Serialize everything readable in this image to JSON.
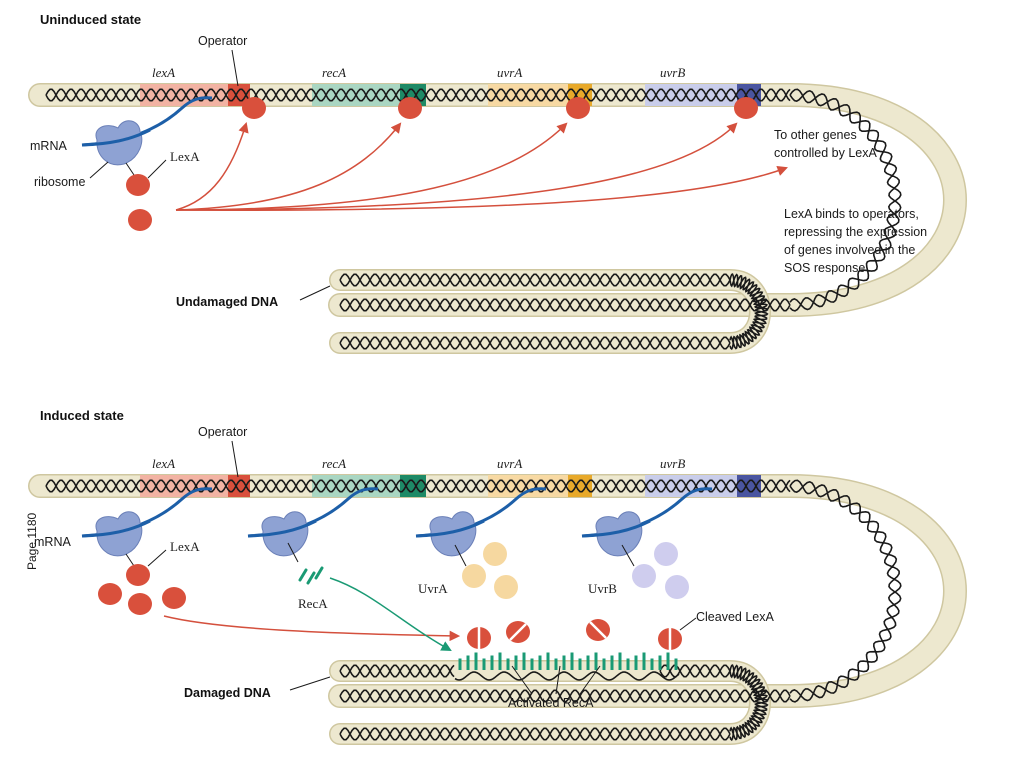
{
  "uninduced": {
    "heading": "Uninduced state",
    "operator_label": "Operator",
    "genes": [
      "lexA",
      "recA",
      "uvrA",
      "uvrB"
    ],
    "mrna_label": "mRNA",
    "ribosome_label": "ribosome",
    "lexa_label": "LexA",
    "other_genes_label": [
      "To other genes",
      "controlled by LexA"
    ],
    "note_lines": [
      "LexA binds to operators,",
      "repressing the expression",
      "of genes involved in the",
      "SOS response"
    ],
    "dna_label": "Undamaged DNA"
  },
  "induced": {
    "heading": "Induced state",
    "operator_label": "Operator",
    "genes": [
      "lexA",
      "recA",
      "uvrA",
      "uvrB"
    ],
    "mrna_label": "mRNA",
    "lexa_label": "LexA",
    "reca_label": "RecA",
    "uvra_label": "UvrA",
    "uvrb_label": "UvrB",
    "cleaved_label": "Cleaved LexA",
    "activated_label": "Activated RecA",
    "dna_label": "Damaged DNA"
  },
  "page_label": "Page 1180",
  "colors": {
    "dna_tube": "#ede8cf",
    "dna_tube_edge": "#cfc7a0",
    "lexa_gene": "#f2b3a3",
    "reca_gene": "#a9d6c2",
    "uvra_gene": "#f7d9a3",
    "uvrb_gene": "#c9cdea",
    "operator_lexa": "#d9503c",
    "operator_reca": "#1e8a66",
    "operator_uvra": "#e8a92a",
    "operator_uvrb": "#4a55a0",
    "lexa_protein": "#d9503c",
    "ribosome": "#8ea2d3",
    "mrna": "#1d5fa8",
    "arrow_red": "#d4503d",
    "arrow_green": "#1a9a74",
    "uvra_protein": "#f6d8a0",
    "uvrb_protein": "#cfcdee"
  }
}
